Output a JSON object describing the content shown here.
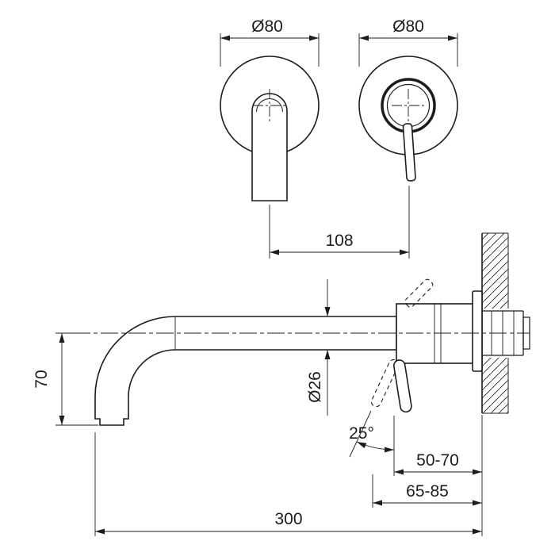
{
  "colors": {
    "line": "#1c1c1c",
    "background": "#ffffff"
  },
  "labels": {
    "left_plate_diameter": "Ø80",
    "right_plate_diameter": "Ø80",
    "center_distance": "108",
    "spout_drop": "70",
    "spout_diameter": "Ø26",
    "handle_angle": "25°",
    "depth_range_body": "50-70",
    "depth_range_handle": "65-85",
    "spout_reach": "300"
  }
}
